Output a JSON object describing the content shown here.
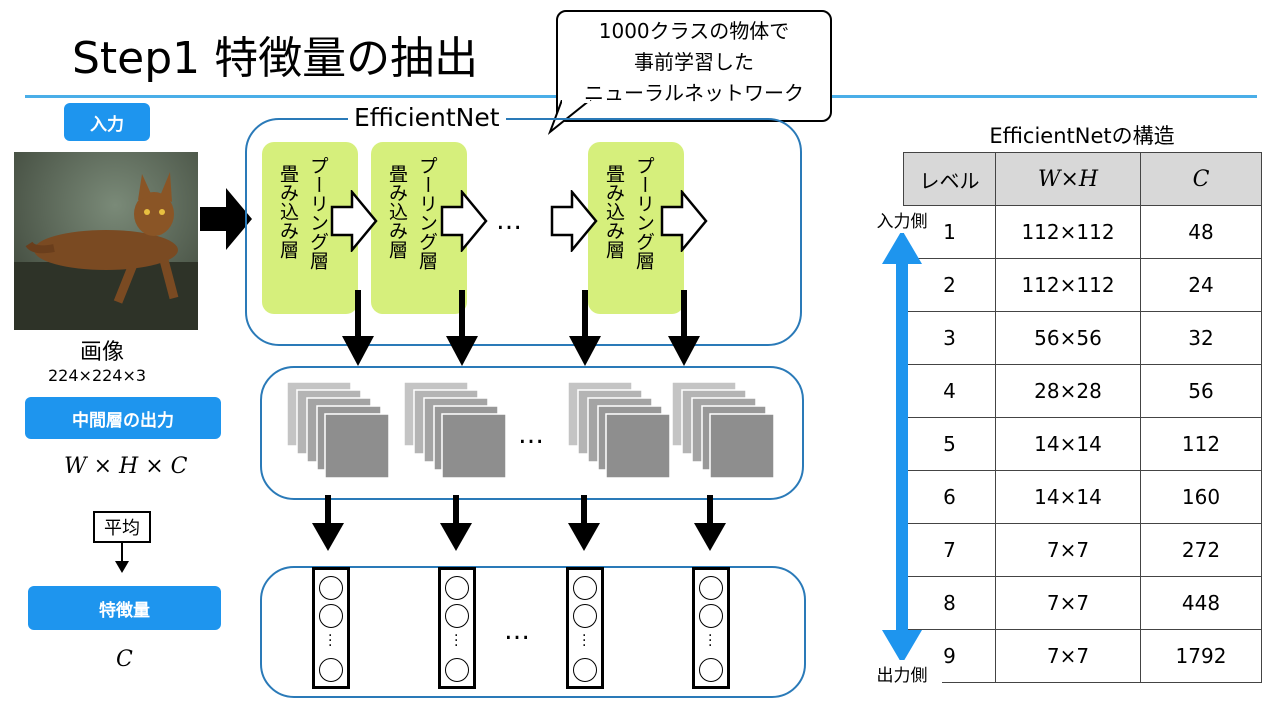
{
  "title": "Step1 特徴量の抽出",
  "bubble": {
    "lines": [
      "1000クラスの物体で",
      "事前学習した",
      "ニューラルネットワーク"
    ]
  },
  "left": {
    "input_label": "入力",
    "image_label": "画像",
    "image_size": "224×224×3",
    "middle_label": "中間層の出力",
    "formula": "W × H × C",
    "average_label": "平均",
    "feature_label": "特徴量",
    "feature_formula": "C"
  },
  "network": {
    "name": "EfficientNet",
    "conv_label": "畳み込み層",
    "pool_label": "プーリング層",
    "ellipsis": "…"
  },
  "table": {
    "title": "EfficientNetの構造",
    "headers": [
      "レベル",
      "W×H",
      "C"
    ],
    "rows": [
      [
        "1",
        "112×112",
        "48"
      ],
      [
        "2",
        "112×112",
        "24"
      ],
      [
        "3",
        "56×56",
        "32"
      ],
      [
        "4",
        "28×28",
        "56"
      ],
      [
        "5",
        "14×14",
        "112"
      ],
      [
        "6",
        "14×14",
        "160"
      ],
      [
        "7",
        "7×7",
        "272"
      ],
      [
        "8",
        "7×7",
        "448"
      ],
      [
        "9",
        "7×7",
        "1792"
      ]
    ],
    "input_side": "入力側",
    "output_side": "出力側"
  },
  "colors": {
    "accent": "#1e95ee",
    "green": "#d6ef7c",
    "box_border": "#2a7ab8"
  }
}
